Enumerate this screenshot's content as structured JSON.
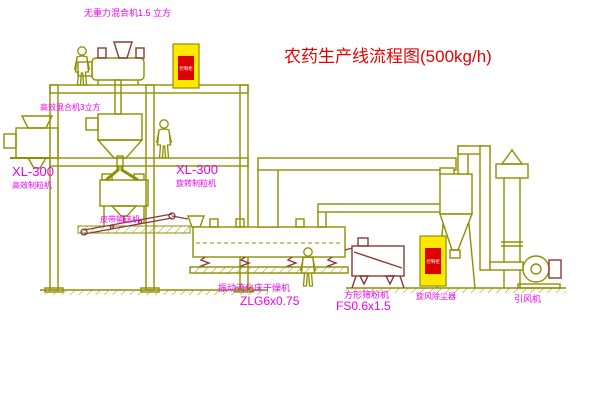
{
  "title": {
    "text": "农药生产线流程图(500kg/h)"
  },
  "labels": {
    "top_mixer": "无重力混合机1.5 立方",
    "second_mixer": "高效混合机3立方",
    "left_granulator_model": "XL-300",
    "left_granulator_name": "高效制粒机",
    "center_granulator_model": "XL-300",
    "center_granulator_name": "旋转制粒机",
    "belt_conveyor": "皮带输送机",
    "dryer_name": "振动流化床干燥机",
    "dryer_model": "ZLG6x0.75",
    "sifter_name": "方形筛粉机",
    "sifter_model": "FS0.6x1.5",
    "cyclone": "旋风除尘器",
    "fan": "引风机"
  },
  "cabinets": {
    "panel_text": "控制柜"
  },
  "colors": {
    "line_olive": "#8f8f00",
    "maroon": "#8b3a3a",
    "label_magenta": "#f000f0",
    "title_red": "#e80000",
    "cabinet_yellow": "#ffe800",
    "panel_red": "#dd0000",
    "background": "#ffffff"
  }
}
